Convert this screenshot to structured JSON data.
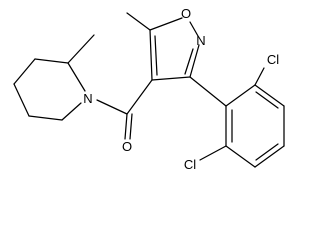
{
  "molecule": {
    "atoms": {
      "isoxazole_oxygen": "O",
      "isoxazole_nitrogen": "N",
      "piperidine_nitrogen": "N",
      "carbonyl_oxygen": "O",
      "chlorine_top": "Cl",
      "chlorine_bottom": "Cl"
    }
  }
}
